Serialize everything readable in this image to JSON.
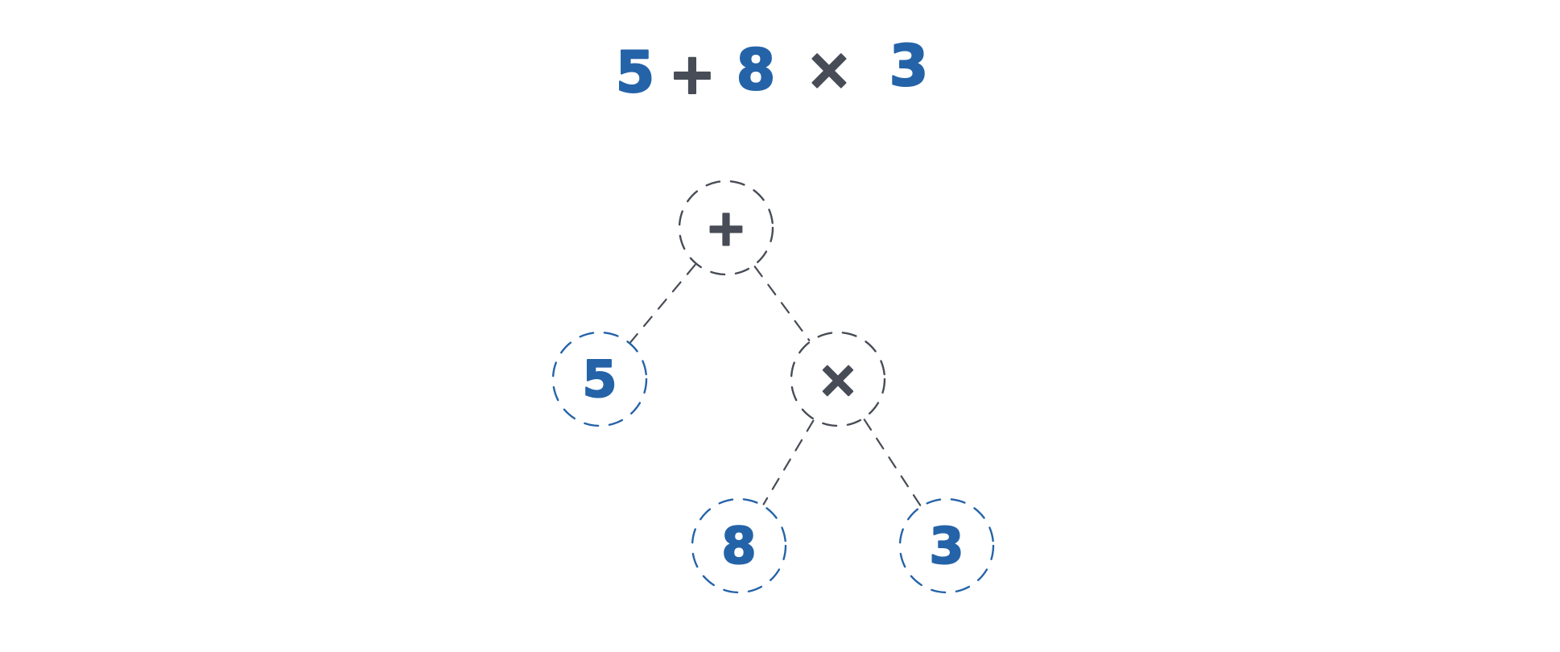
{
  "expression": {
    "tokens": [
      {
        "text": "5",
        "kind": "operand"
      },
      {
        "text": "+",
        "kind": "operator"
      },
      {
        "text": "8",
        "kind": "operand"
      },
      {
        "text": "×",
        "kind": "operator"
      },
      {
        "text": "3",
        "kind": "operand"
      }
    ]
  },
  "tree": {
    "nodes": [
      {
        "id": "plus",
        "label": "+",
        "kind": "operator"
      },
      {
        "id": "five",
        "label": "5",
        "kind": "operand"
      },
      {
        "id": "times",
        "label": "×",
        "kind": "operator"
      },
      {
        "id": "eight",
        "label": "8",
        "kind": "operand"
      },
      {
        "id": "three",
        "label": "3",
        "kind": "operand"
      }
    ],
    "edges": [
      {
        "from": "plus",
        "to": "five"
      },
      {
        "from": "plus",
        "to": "times"
      },
      {
        "from": "times",
        "to": "eight"
      },
      {
        "from": "times",
        "to": "three"
      }
    ]
  },
  "colors": {
    "operand": "#2563a8",
    "operator": "#474c56",
    "background": "#ffffff"
  }
}
